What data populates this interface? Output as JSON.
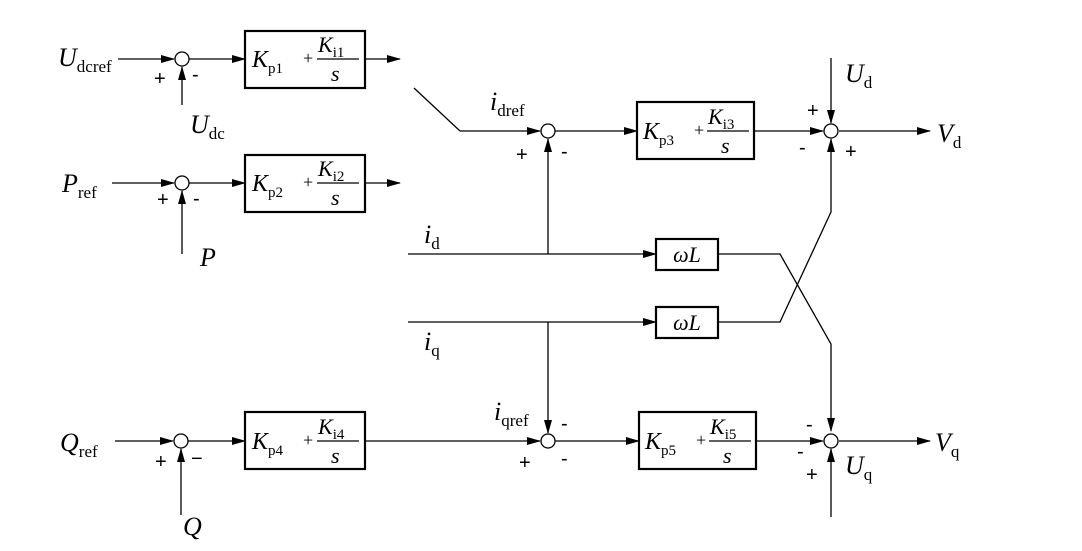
{
  "inputs": {
    "udcref": {
      "main": "U",
      "sub": "dcref"
    },
    "udc": {
      "main": "U",
      "sub": "dc"
    },
    "pref": {
      "main": "P",
      "sub": "ref"
    },
    "p": {
      "main": "P"
    },
    "qref": {
      "main": "Q",
      "sub": "ref"
    },
    "q": {
      "main": "Q"
    },
    "idref": {
      "main": "i",
      "sub": "dref"
    },
    "iqref": {
      "main": "i",
      "sub": "qref"
    },
    "id": {
      "main": "i",
      "sub": "d"
    },
    "iq": {
      "main": "i",
      "sub": "q"
    },
    "ud": {
      "main": "U",
      "sub": "d"
    },
    "uq": {
      "main": "U",
      "sub": "q"
    }
  },
  "outputs": {
    "vd": {
      "main": "V",
      "sub": "d"
    },
    "vq": {
      "main": "V",
      "sub": "q"
    }
  },
  "blocks": [
    {
      "id": "pi1",
      "kp": "K",
      "kp_sub": "p1",
      "plus": "+",
      "ki": "K",
      "ki_sub": "i1",
      "den": "s"
    },
    {
      "id": "pi2",
      "kp": "K",
      "kp_sub": "p2",
      "plus": "+",
      "ki": "K",
      "ki_sub": "i2",
      "den": "s"
    },
    {
      "id": "pi3",
      "kp": "K",
      "kp_sub": "p3",
      "plus": "+",
      "ki": "K",
      "ki_sub": "i3",
      "den": "s"
    },
    {
      "id": "pi4",
      "kp": "K",
      "kp_sub": "p4",
      "plus": "+",
      "ki": "K",
      "ki_sub": "i4",
      "den": "s"
    },
    {
      "id": "pi5",
      "kp": "K",
      "kp_sub": "p5",
      "plus": "+",
      "ki": "K",
      "ki_sub": "i5",
      "den": "s"
    }
  ],
  "coupling": {
    "upper": "ωL",
    "lower": "ωL"
  },
  "signs": {
    "s1_in": "+",
    "s1_fb": "-",
    "s2_in": "+",
    "s2_fb": "-",
    "s3_in": "+",
    "s3_fb": "-",
    "s4_in": "+",
    "s4_fb": "−",
    "s5_top": "-",
    "s5_in": "+",
    "s5_fb": "-",
    "s6_ff": "+",
    "s6_in": "-",
    "s6_cross": "+",
    "s7_cross": "-",
    "s7_in": "-",
    "s7_ff": "+"
  }
}
